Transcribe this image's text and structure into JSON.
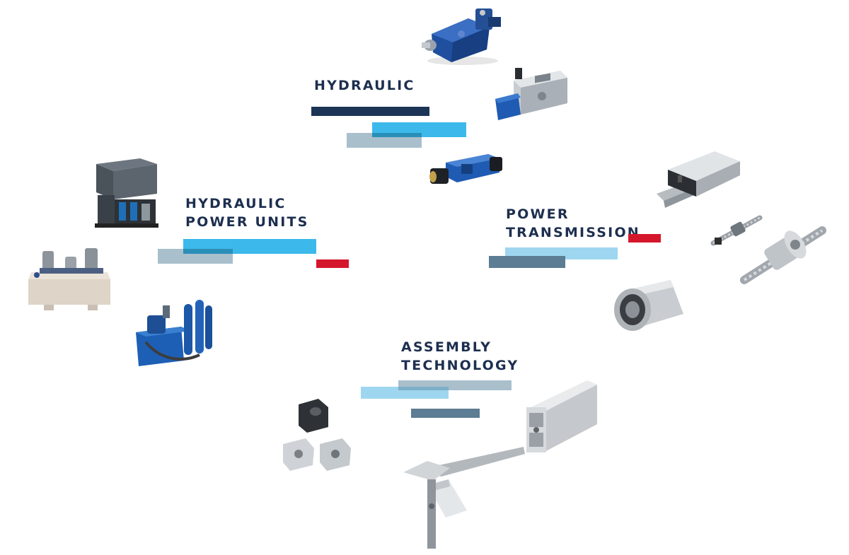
{
  "categories": {
    "hydraulic": {
      "title": "HYDRAULIC"
    },
    "power_units": {
      "title_line1": "HYDRAULIC",
      "title_line2": "POWER UNITS"
    },
    "power_transmission": {
      "title_line1": "POWER",
      "title_line2": "TRANSMISSION"
    },
    "assembly": {
      "title_line1": "ASSEMBLY",
      "title_line2": "TECHNOLOGY"
    }
  },
  "colors": {
    "navy": "#1c3556",
    "cyan": "#3cb9ea",
    "light_cyan": "#9fd6ef",
    "grey_blue": "#a9bfcc",
    "slate": "#5c7d93",
    "red": "#d5172c",
    "text": "#1d2f4f"
  },
  "products": [
    "axial-piston-pump-icon",
    "proportional-valve-icon",
    "directional-valve-icon",
    "power-unit-cabinet-icon",
    "power-unit-motors-icon",
    "power-unit-accumulators-icon",
    "linear-guide-icon",
    "small-ball-screw-icon",
    "ball-screw-nut-icon",
    "linear-bushing-icon",
    "aluminum-profile-icon",
    "profile-connectors-icon",
    "conveyor-chain-icon"
  ]
}
